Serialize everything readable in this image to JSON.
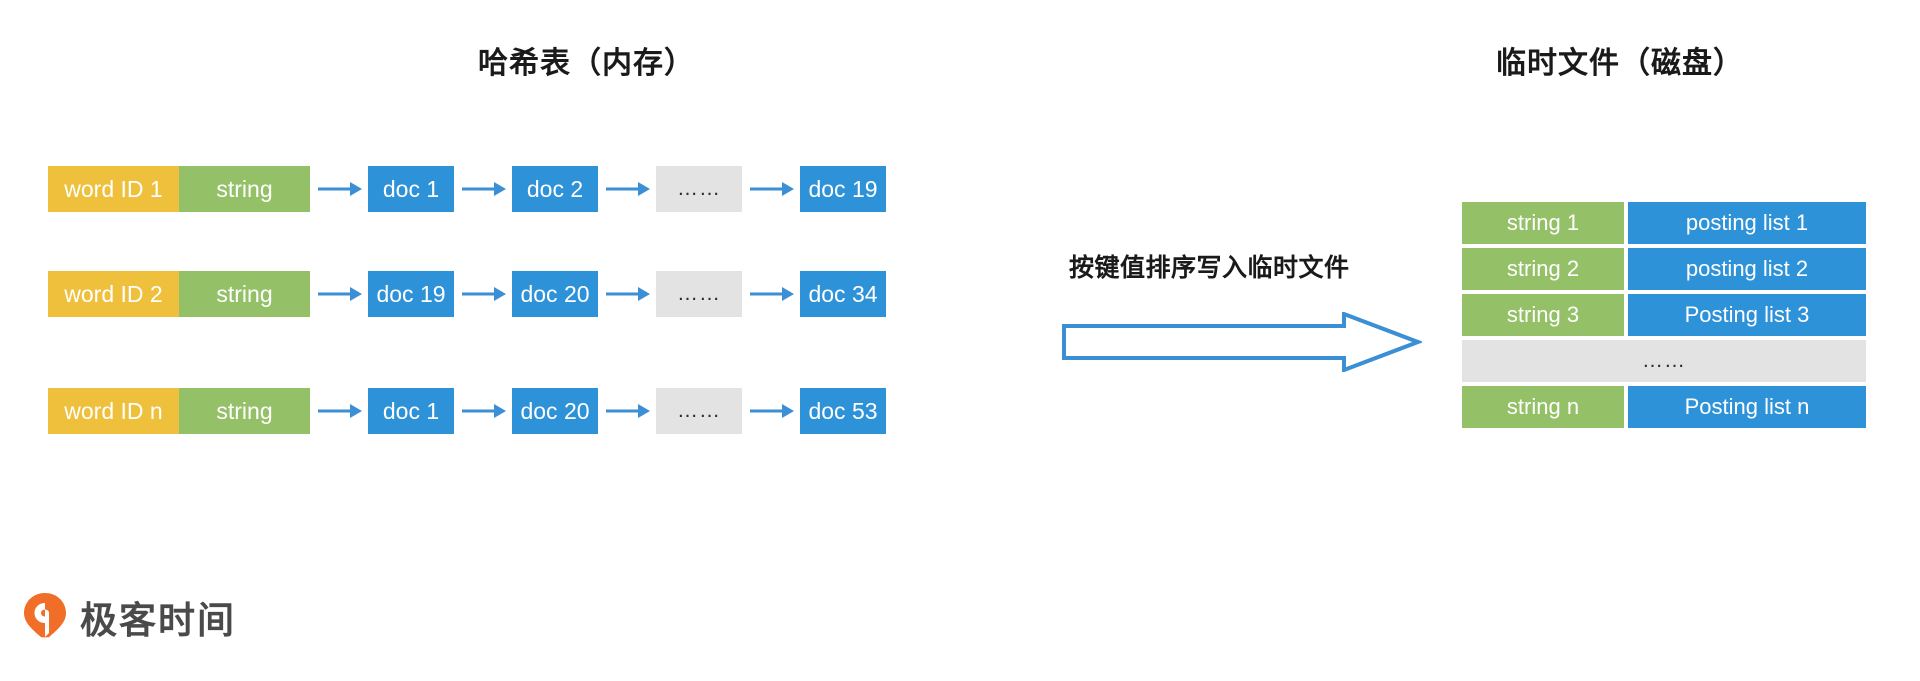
{
  "titles": {
    "left": "哈希表（内存）",
    "right": "临时文件（磁盘）"
  },
  "colors": {
    "word_id": "#eec03c",
    "string": "#94c167",
    "doc": "#2e92d8",
    "ellipsis": "#e3e3e3",
    "arrow": "#3b8fd4",
    "logo": "#f06e28",
    "text": "#1a1a1a"
  },
  "hash_table": {
    "rows": [
      {
        "word_id": "word ID 1",
        "string": "string",
        "postings": [
          "doc 1",
          "doc 2",
          "……",
          "doc 19"
        ]
      },
      {
        "word_id": "word ID 2",
        "string": "string",
        "postings": [
          "doc 19",
          "doc 20",
          "……",
          "doc 34"
        ]
      },
      {
        "word_id": "word ID n",
        "string": "string",
        "postings": [
          "doc 1",
          "doc 20",
          "……",
          "doc 53"
        ]
      }
    ]
  },
  "flow": {
    "label": "按键值排序写入临时文件",
    "arrow_icon": "right-block-arrow-icon"
  },
  "temp_file": {
    "rows": [
      {
        "key": "string 1",
        "value": "posting list 1",
        "ellipsis": false
      },
      {
        "key": "string 2",
        "value": "posting list 2",
        "ellipsis": false
      },
      {
        "key": "string 3",
        "value": "Posting list 3",
        "ellipsis": false
      },
      {
        "key": "……",
        "value": "……",
        "ellipsis": true
      },
      {
        "key": "string n",
        "value": "Posting list n",
        "ellipsis": false
      }
    ]
  },
  "logo": {
    "text": "极客时间",
    "mark": "geek-time-pin-icon"
  }
}
